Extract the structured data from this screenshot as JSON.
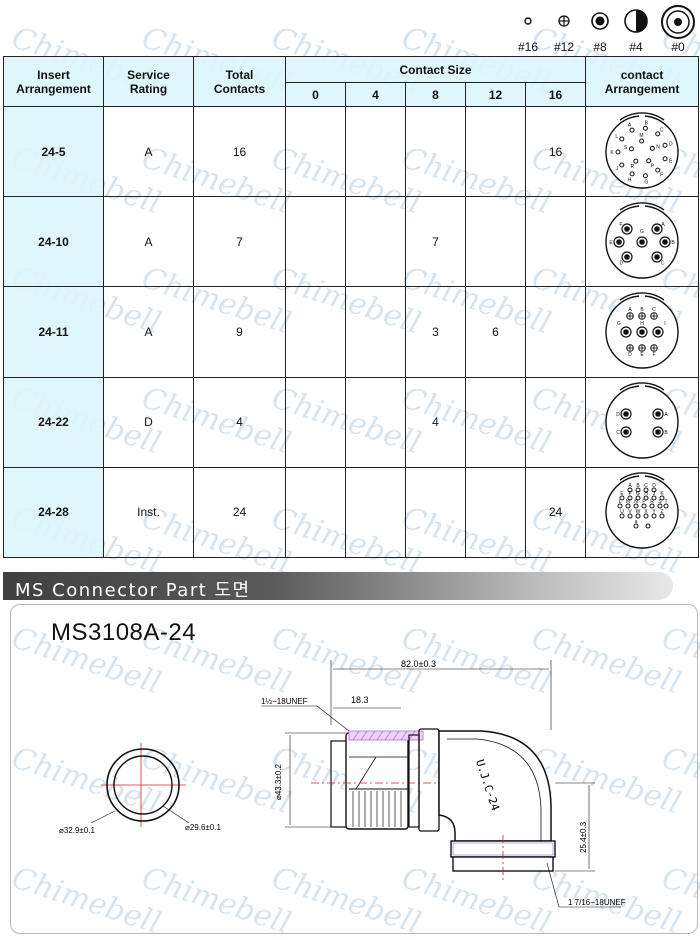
{
  "watermark": "Chimebell",
  "legend": [
    {
      "label": "#16",
      "icon": "contact-16-icon"
    },
    {
      "label": "#12",
      "icon": "contact-12-icon"
    },
    {
      "label": "#8",
      "icon": "contact-8-icon"
    },
    {
      "label": "#4",
      "icon": "contact-4-icon"
    },
    {
      "label": "#0",
      "icon": "contact-0-icon"
    }
  ],
  "table": {
    "headers": {
      "insert_arrangement": "Insert Arrangement",
      "service_rating": "Service Rating",
      "total_contacts": "Total Contacts",
      "contact_size": "Contact Size",
      "contact_arrangement": "contact Arrangement",
      "sizes": [
        "0",
        "4",
        "8",
        "12",
        "16"
      ]
    },
    "rows": [
      {
        "insert": "24-5",
        "rating": "A",
        "total": "16",
        "s0": "",
        "s4": "",
        "s8": "",
        "s12": "",
        "s16": "16",
        "pins": [
          "A",
          "B",
          "C",
          "D",
          "E",
          "F",
          "G",
          "H",
          "J",
          "K",
          "L",
          "M",
          "N",
          "P",
          "R",
          "S"
        ]
      },
      {
        "insert": "24-10",
        "rating": "A",
        "total": "7",
        "s0": "",
        "s4": "",
        "s8": "7",
        "s12": "",
        "s16": "",
        "pins": [
          "A",
          "B",
          "C",
          "D",
          "E",
          "F",
          "G"
        ]
      },
      {
        "insert": "24-11",
        "rating": "A",
        "total": "9",
        "s0": "",
        "s4": "",
        "s8": "3",
        "s12": "6",
        "s16": "",
        "pins": [
          "A",
          "B",
          "C",
          "D",
          "E",
          "F",
          "G",
          "H",
          "I"
        ]
      },
      {
        "insert": "24-22",
        "rating": "D",
        "total": "4",
        "s0": "",
        "s4": "",
        "s8": "4",
        "s12": "",
        "s16": "",
        "pins": [
          "A",
          "B",
          "C",
          "D"
        ]
      },
      {
        "insert": "24-28",
        "rating": "Inst.",
        "total": "24",
        "s0": "",
        "s4": "",
        "s8": "",
        "s12": "",
        "s16": "24",
        "pins": [
          "A",
          "B",
          "C",
          "D",
          "E",
          "F",
          "G",
          "H",
          "J",
          "K",
          "L",
          "M",
          "N",
          "P",
          "R",
          "S",
          "T",
          "U",
          "V",
          "W",
          "X",
          "Y",
          "Z",
          "a"
        ]
      }
    ]
  },
  "section": {
    "title": "MS Connector Part 도면"
  },
  "drawing": {
    "part_number": "MS3108A-24",
    "dims": {
      "front_outer": "⌀32.9±0.1",
      "front_inner": "⌀29.6±0.1",
      "overall_length": "82.0±0.3",
      "thread_top": "1½−18UNEF",
      "thread_len": "18.3",
      "diameter": "⌀43.3±0.2",
      "marking": "U.J.C-24",
      "height": "25.4±0.3",
      "thread_bottom": "1 7/16−18UNEF"
    }
  },
  "colors": {
    "header_bg": "#dcf5fc",
    "watermark": "#b9cfe0",
    "section_bar": "#454545",
    "dim_line": "#e0202a",
    "thread_hatch": "#b46fd6"
  }
}
